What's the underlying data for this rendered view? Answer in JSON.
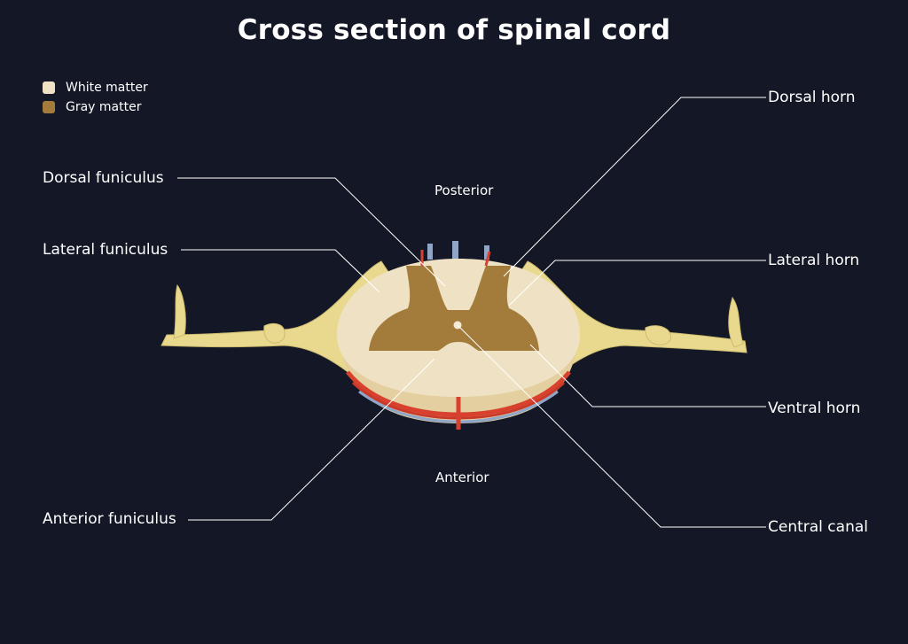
{
  "title": "Cross section of spinal cord",
  "legend": [
    {
      "label": "White matter",
      "color": "#efe2c4"
    },
    {
      "label": "Gray matter",
      "color": "#a37c3c"
    }
  ],
  "orientation": {
    "posterior": "Posterior",
    "anterior": "Anterior"
  },
  "labels": {
    "dorsal_funiculus": "Dorsal funiculus",
    "lateral_funiculus": "Lateral funiculus",
    "anterior_funiculus": "Anterior funiculus",
    "dorsal_horn": "Dorsal horn",
    "lateral_horn": "Lateral horn",
    "ventral_horn": "Ventral horn",
    "central_canal": "Central canal"
  },
  "colors": {
    "background": "#141826",
    "white_matter": "#efe2c4",
    "gray_matter": "#a37c3c",
    "nerve": "#e9d98f",
    "artery": "#d9412f",
    "vein": "#8fa6c8"
  }
}
